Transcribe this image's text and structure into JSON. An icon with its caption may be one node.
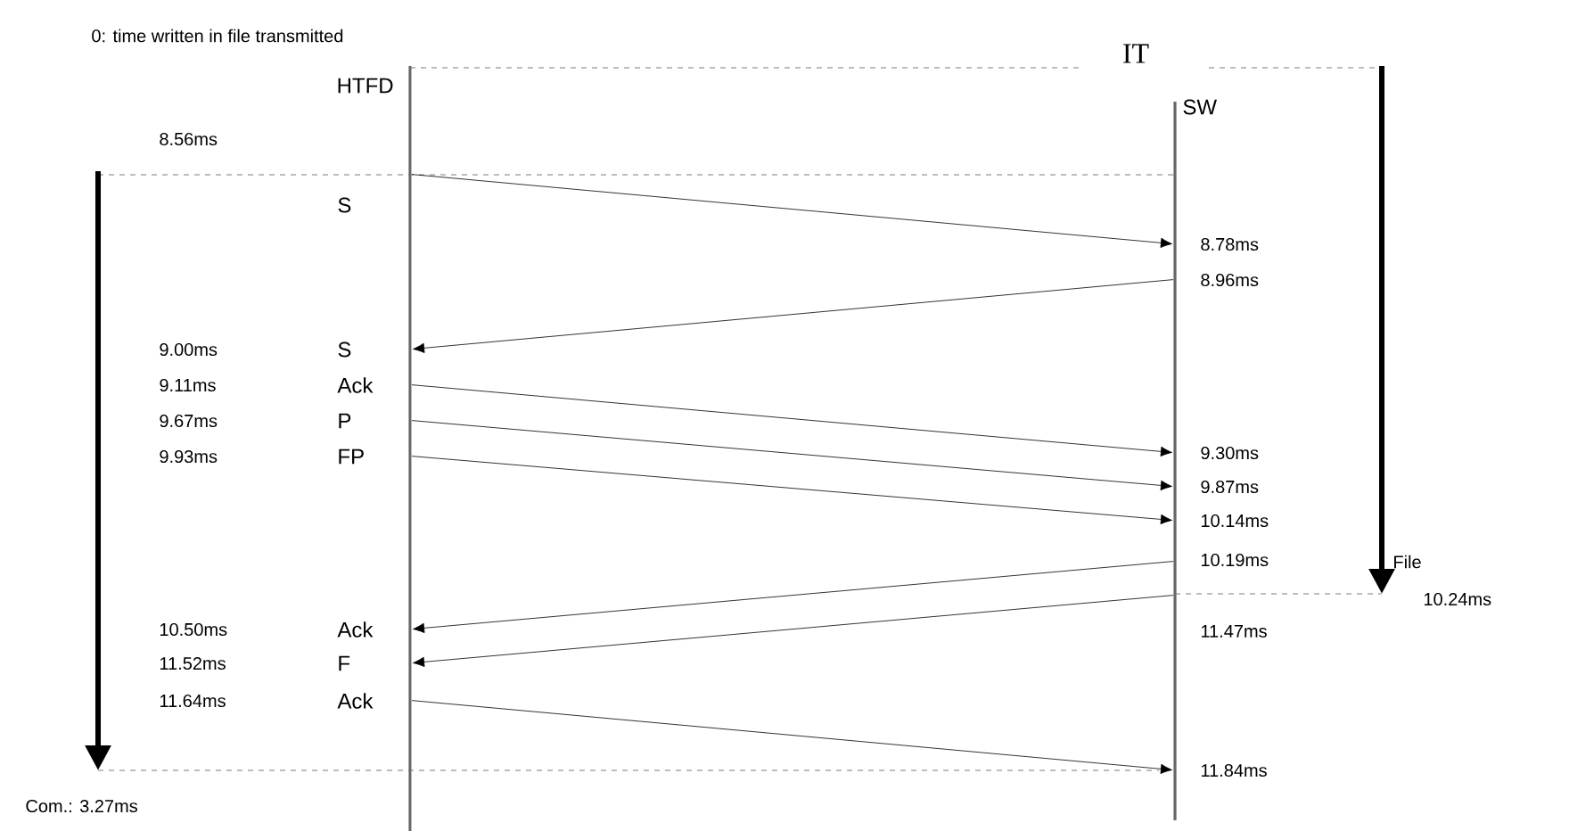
{
  "diagram": {
    "nodes": [
      {
        "text": [
          "HTFD"
        ]
      },
      {
        "text": [
          "SW"
        ]
      }
    ],
    "edges": [
      {
        "from": 0,
        "to": 1,
        "arrow": "to",
        "label": "S"
      },
      {
        "from": 1,
        "to": 0,
        "arrow": "to",
        "label": "S"
      },
      {
        "from": 0,
        "to": 1,
        "arrow": "to",
        "label": "Ack"
      },
      {
        "from": 0,
        "to": 1,
        "arrow": "to",
        "label": "P"
      },
      {
        "from": 0,
        "to": 1,
        "arrow": "to",
        "label": "FP"
      },
      {
        "from": 1,
        "to": 0,
        "arrow": "to",
        "label": "Ack"
      },
      {
        "from": 1,
        "to": 0,
        "arrow": "to",
        "label": "F"
      },
      {
        "from": 0,
        "to": 1,
        "arrow": "to",
        "label": "Ack"
      }
    ],
    "labels": [
      "0: time written in file transmitted",
      "IT",
      "8.56ms",
      "8.78ms",
      "8.96ms",
      "9.00ms",
      "9.11ms",
      "9.67ms",
      "9.93ms",
      "9.30ms",
      "9.87ms",
      "10.14ms",
      "10.19ms",
      "File",
      "10.24ms",
      "10.50ms",
      "11.47ms",
      "11.52ms",
      "11.64ms",
      "11.84ms",
      "Com.: 3.27ms"
    ]
  }
}
